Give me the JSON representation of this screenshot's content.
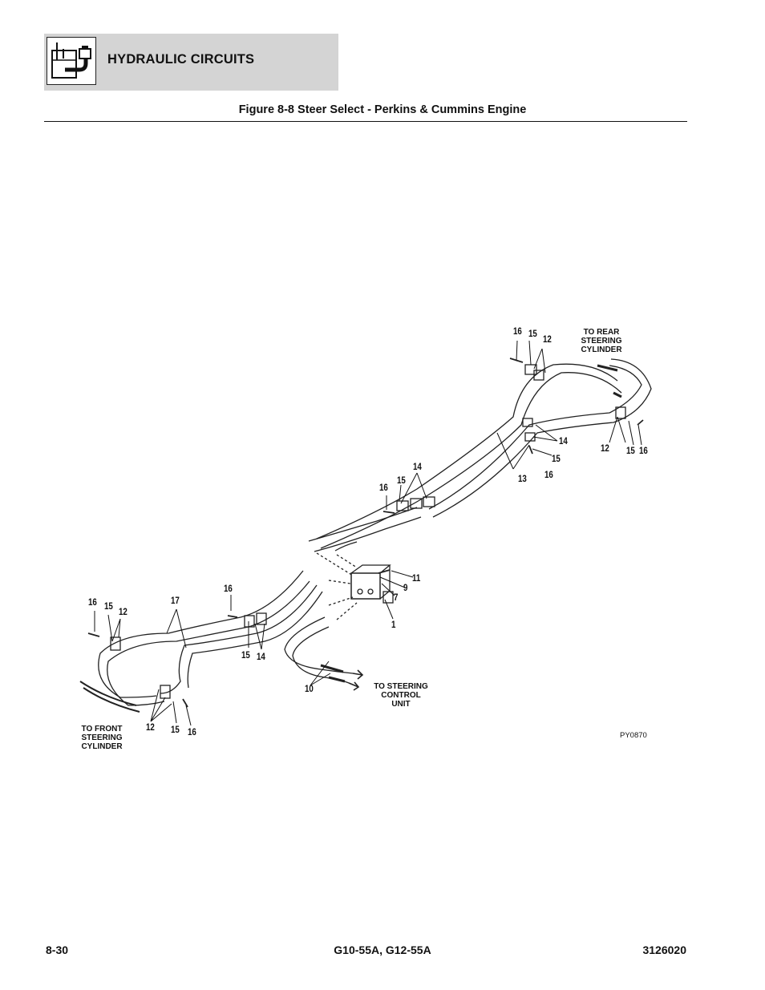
{
  "header": {
    "section_title": "HYDRAULIC CIRCUITS",
    "icon": "hydraulic-reservoir-icon"
  },
  "figure": {
    "title": "Figure 8-8 Steer Select - Perkins & Cummins Engine",
    "drawing_code": "PY0870",
    "notes": {
      "rear": [
        "TO REAR",
        "STEERING",
        "CYLINDER"
      ],
      "front": [
        "TO FRONT",
        "STEERING",
        "CYLINDER"
      ],
      "control": [
        "TO STEERING",
        "CONTROL",
        "UNIT"
      ]
    },
    "callouts": [
      "16",
      "15",
      "12",
      "14",
      "15",
      "16",
      "13",
      "12",
      "15",
      "16",
      "16",
      "15",
      "14",
      "11",
      "9",
      "7",
      "1",
      "16",
      "16",
      "15",
      "12",
      "17",
      "15",
      "14",
      "10",
      "12",
      "15",
      "16"
    ]
  },
  "footer": {
    "page_number": "8-30",
    "model": "G10-55A, G12-55A",
    "doc_number": "3126020"
  }
}
